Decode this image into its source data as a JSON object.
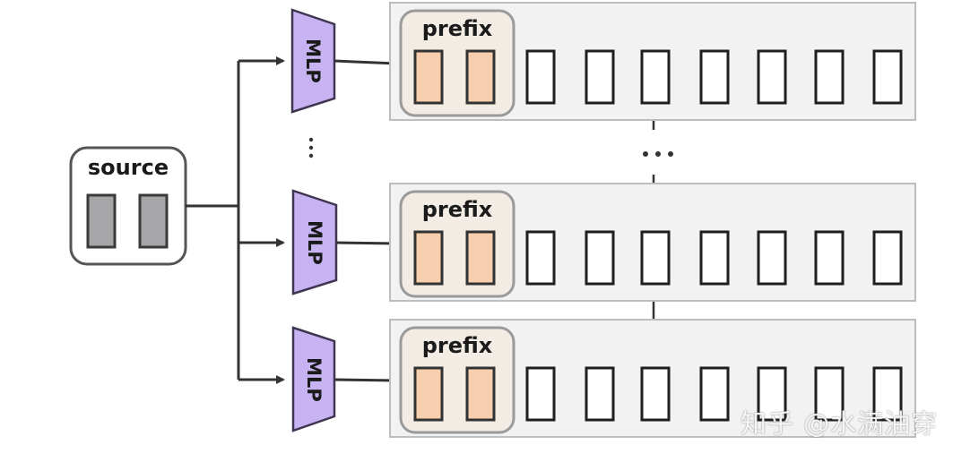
{
  "source": {
    "label": "source",
    "token_count": 2
  },
  "mlp": {
    "label": "MLP"
  },
  "layers": [
    {
      "prefix_label": "prefix"
    },
    {
      "prefix_label": "prefix"
    },
    {
      "prefix_label": "prefix"
    }
  ],
  "tokens_per_layer": {
    "prefix_tokens": 2,
    "plain_tokens": 7
  },
  "ellipsis": {
    "vertical": "⋮",
    "horizontal": "•••"
  },
  "watermark": "知乎 @水满油穿",
  "colors": {
    "source_token": "#a6a6a8",
    "prefix_token": "#f7cfae",
    "prefix_box": "#f3ece5",
    "layer_panel": "#f2f2f2",
    "mlp": "#c7b3f2",
    "mlp_border": "#3f3550",
    "line": "#333333"
  }
}
